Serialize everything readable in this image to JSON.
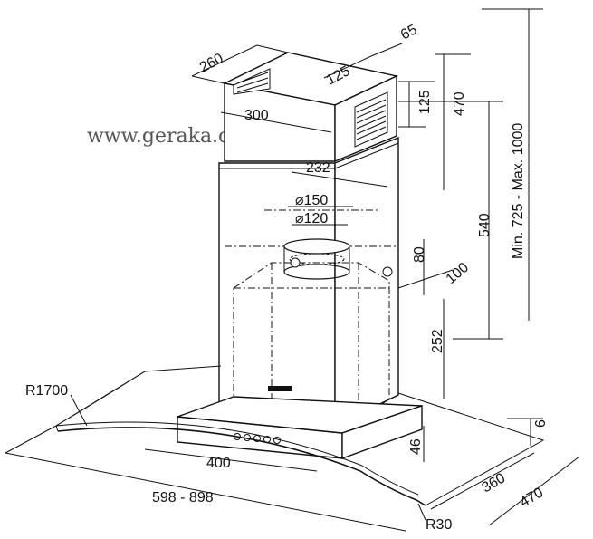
{
  "watermark": "www.geraka.com",
  "dimensions": {
    "chimney_depth": "260",
    "chimney_width": "300",
    "vent_offset": "125",
    "vent_width": "65",
    "vent_height": "125",
    "upper_height": "470",
    "total_height": "Min. 725 - Max. 1000",
    "outlet_span": "232",
    "outlet_outer_dia": "⌀150",
    "outlet_inner_dia": "⌀120",
    "outlet_height": "80",
    "outlet_depth": "100",
    "lower_height": "540",
    "body_height": "252",
    "glass_thickness": "6",
    "control_height": "46",
    "control_width": "400",
    "glass_radius": "R1700",
    "total_width": "598 - 898",
    "inner_depth": "360",
    "total_depth": "470",
    "corner_radius": "R30"
  }
}
